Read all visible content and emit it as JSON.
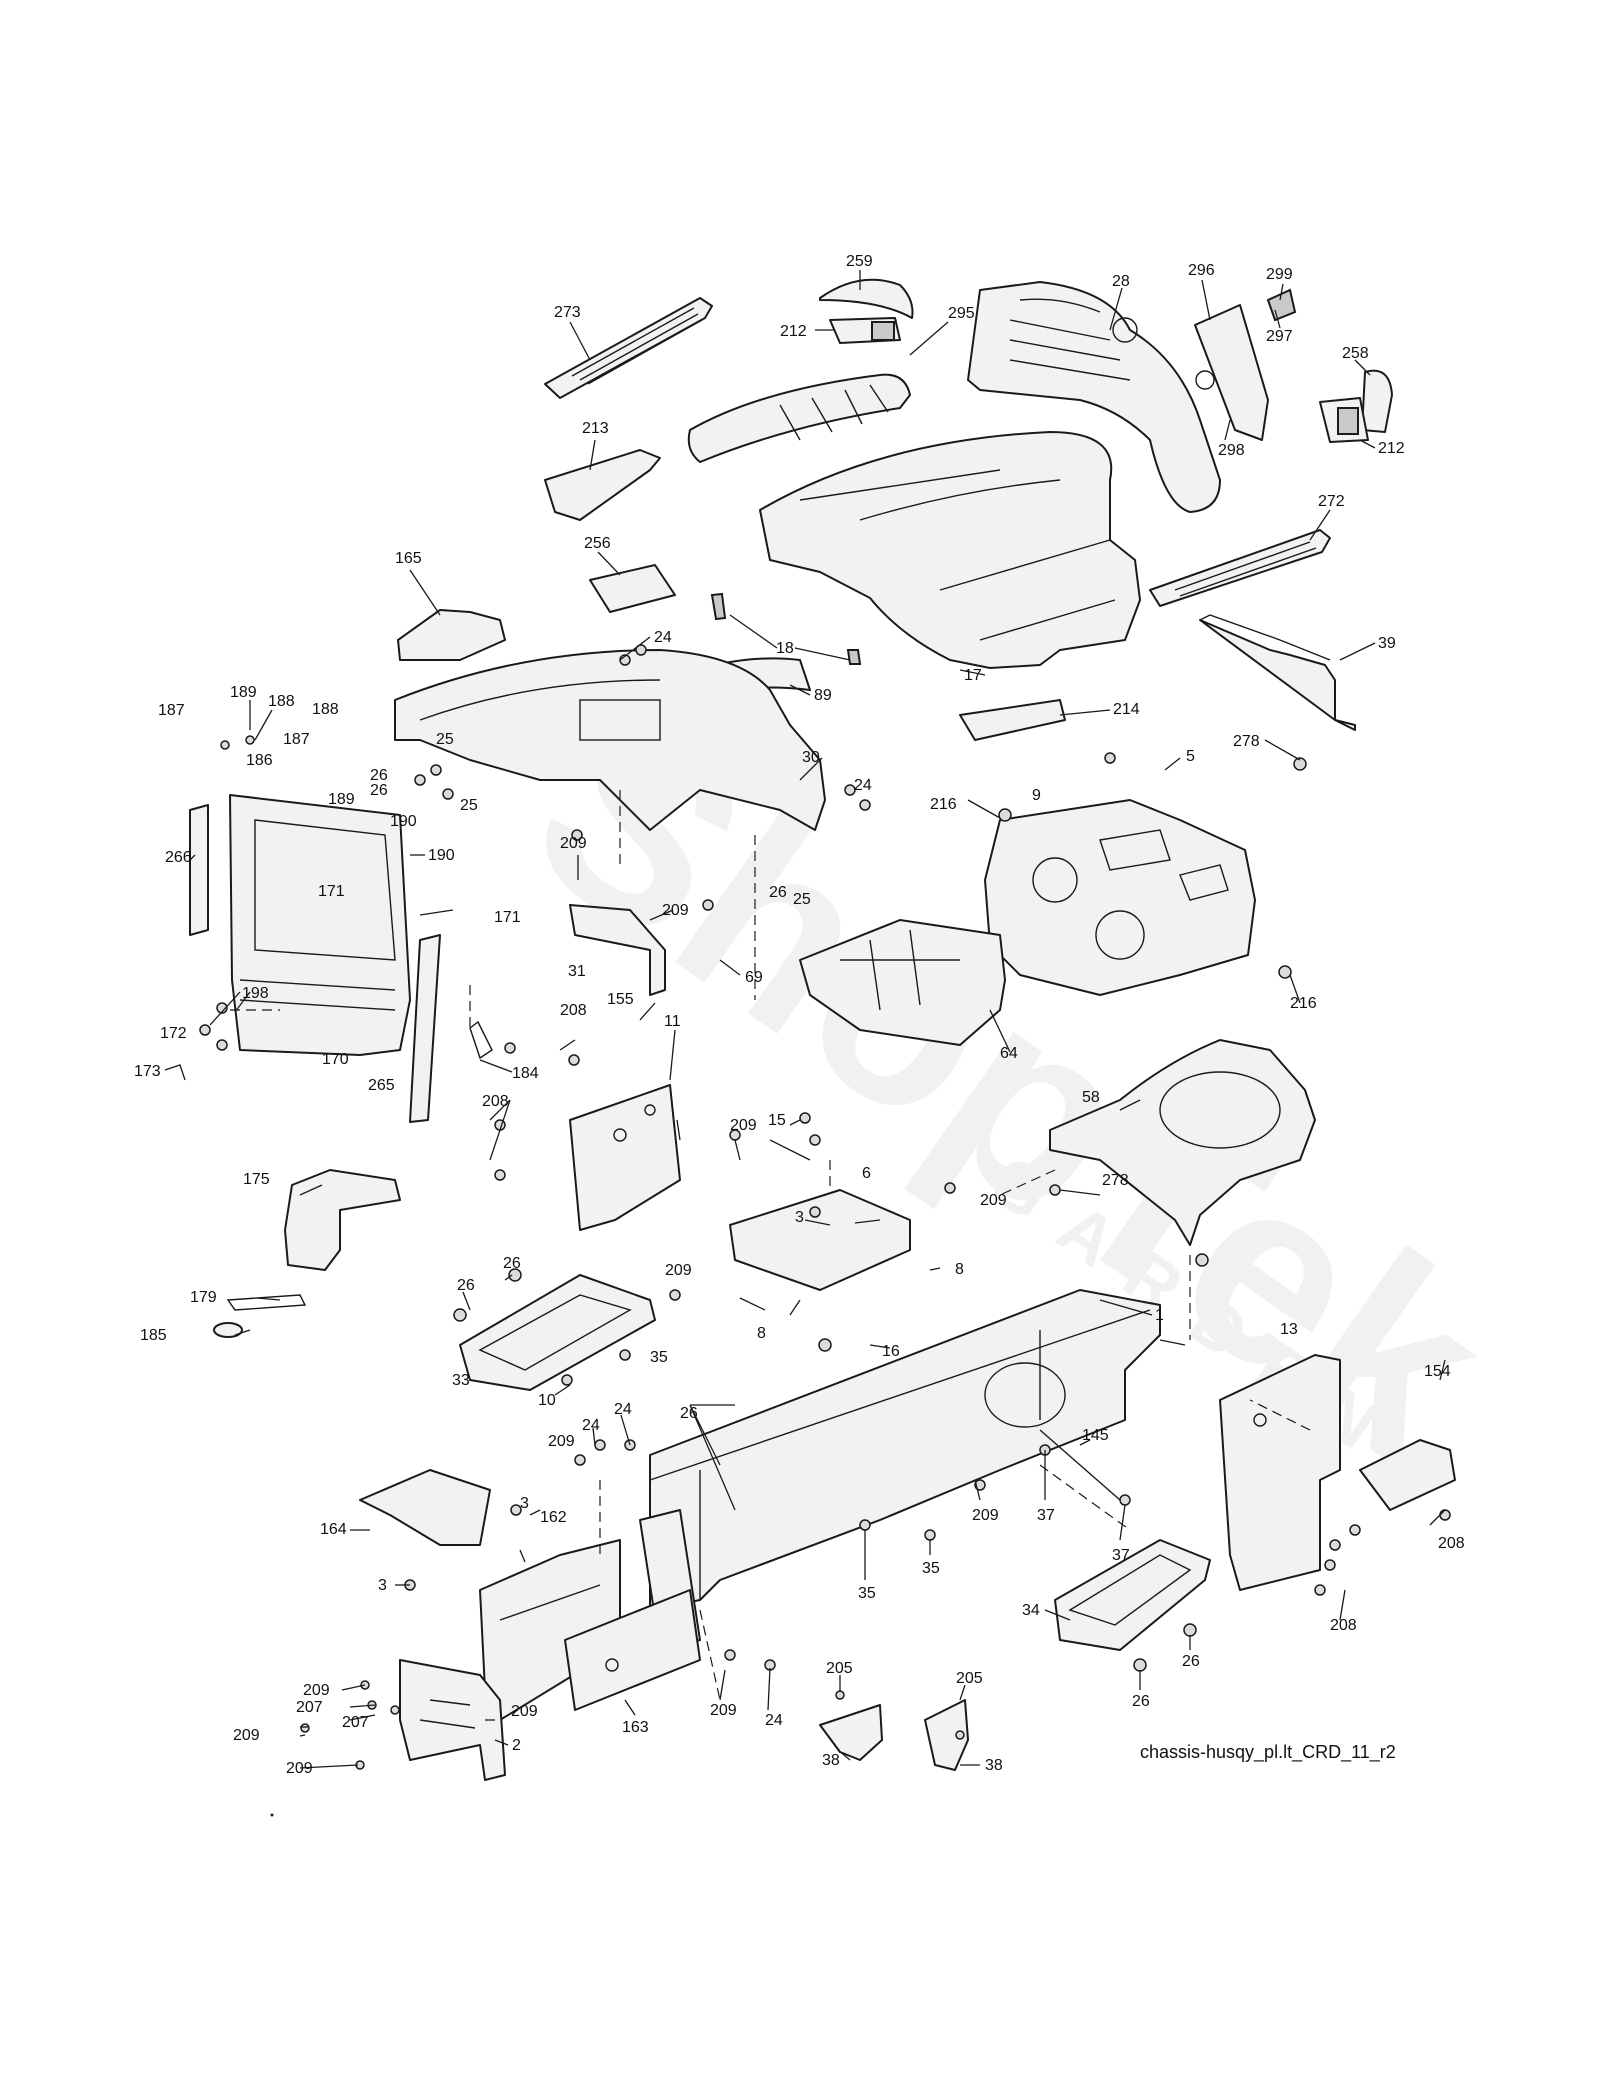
{
  "diagram": {
    "watermark": "ShopTek",
    "watermark_sub": "GARDEN",
    "caption": "chassis-husqy_pl.lt_CRD_11_r2"
  },
  "callouts": [
    {
      "id": "c259",
      "label": "259"
    },
    {
      "id": "c273",
      "label": "273"
    },
    {
      "id": "c212a",
      "label": "212"
    },
    {
      "id": "c295",
      "label": "295"
    },
    {
      "id": "c28",
      "label": "28"
    },
    {
      "id": "c296",
      "label": "296"
    },
    {
      "id": "c299",
      "label": "299"
    },
    {
      "id": "c297",
      "label": "297"
    },
    {
      "id": "c258",
      "label": "258"
    },
    {
      "id": "c298",
      "label": "298"
    },
    {
      "id": "c212b",
      "label": "212"
    },
    {
      "id": "c213",
      "label": "213"
    },
    {
      "id": "c272",
      "label": "272"
    },
    {
      "id": "c256",
      "label": "256"
    },
    {
      "id": "c165",
      "label": "165"
    },
    {
      "id": "c24a",
      "label": "24"
    },
    {
      "id": "c18",
      "label": "18"
    },
    {
      "id": "c39",
      "label": "39"
    },
    {
      "id": "c89",
      "label": "89"
    },
    {
      "id": "c17",
      "label": "17"
    },
    {
      "id": "c189a",
      "label": "189"
    },
    {
      "id": "c188a",
      "label": "188"
    },
    {
      "id": "c188b",
      "label": "188"
    },
    {
      "id": "c187a",
      "label": "187"
    },
    {
      "id": "c214",
      "label": "214"
    },
    {
      "id": "c187b",
      "label": "187"
    },
    {
      "id": "c186",
      "label": "186"
    },
    {
      "id": "c25a",
      "label": "25"
    },
    {
      "id": "c278a",
      "label": "278"
    },
    {
      "id": "c30",
      "label": "30"
    },
    {
      "id": "c26a",
      "label": "26"
    },
    {
      "id": "c26b",
      "label": "26"
    },
    {
      "id": "c25b",
      "label": "25"
    },
    {
      "id": "c5",
      "label": "5"
    },
    {
      "id": "c24b",
      "label": "24"
    },
    {
      "id": "c189b",
      "label": "189"
    },
    {
      "id": "c216a",
      "label": "216"
    },
    {
      "id": "c9",
      "label": "9"
    },
    {
      "id": "c190a",
      "label": "190"
    },
    {
      "id": "c266",
      "label": "266"
    },
    {
      "id": "c190b",
      "label": "190"
    },
    {
      "id": "c209a",
      "label": "209"
    },
    {
      "id": "c26c",
      "label": "26"
    },
    {
      "id": "c25c",
      "label": "25"
    },
    {
      "id": "c171a",
      "label": "171"
    },
    {
      "id": "c209b",
      "label": "209"
    },
    {
      "id": "c171b",
      "label": "171"
    },
    {
      "id": "c31",
      "label": "31"
    },
    {
      "id": "c69",
      "label": "69"
    },
    {
      "id": "c198",
      "label": "198"
    },
    {
      "id": "c172",
      "label": "172"
    },
    {
      "id": "c155",
      "label": "155"
    },
    {
      "id": "c208a",
      "label": "208"
    },
    {
      "id": "c216b",
      "label": "216"
    },
    {
      "id": "c11",
      "label": "11"
    },
    {
      "id": "c64",
      "label": "64"
    },
    {
      "id": "c173",
      "label": "173"
    },
    {
      "id": "c170",
      "label": "170"
    },
    {
      "id": "c184",
      "label": "184"
    },
    {
      "id": "c265",
      "label": "265"
    },
    {
      "id": "c58",
      "label": "58"
    },
    {
      "id": "c208b",
      "label": "208"
    },
    {
      "id": "c15",
      "label": "15"
    },
    {
      "id": "c209c",
      "label": "209"
    },
    {
      "id": "c6",
      "label": "6"
    },
    {
      "id": "c175",
      "label": "175"
    },
    {
      "id": "c209d",
      "label": "209"
    },
    {
      "id": "c278b",
      "label": "278"
    },
    {
      "id": "c3a",
      "label": "3"
    },
    {
      "id": "c26d",
      "label": "26"
    },
    {
      "id": "c209e",
      "label": "209"
    },
    {
      "id": "c8a",
      "label": "8"
    },
    {
      "id": "c26e",
      "label": "26"
    },
    {
      "id": "c179",
      "label": "179"
    },
    {
      "id": "c1",
      "label": "1"
    },
    {
      "id": "c185",
      "label": "185"
    },
    {
      "id": "c8b",
      "label": "8"
    },
    {
      "id": "c16",
      "label": "16"
    },
    {
      "id": "c35a",
      "label": "35"
    },
    {
      "id": "c33",
      "label": "33"
    },
    {
      "id": "c13",
      "label": "13"
    },
    {
      "id": "c10",
      "label": "10"
    },
    {
      "id": "c154",
      "label": "154"
    },
    {
      "id": "c24c",
      "label": "24"
    },
    {
      "id": "c26f",
      "label": "26"
    },
    {
      "id": "c24d",
      "label": "24"
    },
    {
      "id": "c209f",
      "label": "209"
    },
    {
      "id": "c145",
      "label": "145"
    },
    {
      "id": "c3b",
      "label": "3"
    },
    {
      "id": "c164",
      "label": "164"
    },
    {
      "id": "c162",
      "label": "162"
    },
    {
      "id": "c37a",
      "label": "37"
    },
    {
      "id": "c209g",
      "label": "209"
    },
    {
      "id": "c37b",
      "label": "37"
    },
    {
      "id": "c208c",
      "label": "208"
    },
    {
      "id": "c35b",
      "label": "35"
    },
    {
      "id": "c3c",
      "label": "3"
    },
    {
      "id": "c35c",
      "label": "35"
    },
    {
      "id": "c34",
      "label": "34"
    },
    {
      "id": "c208d",
      "label": "208"
    },
    {
      "id": "c26g",
      "label": "26"
    },
    {
      "id": "c209h",
      "label": "209"
    },
    {
      "id": "c205a",
      "label": "205"
    },
    {
      "id": "c205b",
      "label": "205"
    },
    {
      "id": "c207a",
      "label": "207"
    },
    {
      "id": "c209i",
      "label": "209"
    },
    {
      "id": "c26h",
      "label": "26"
    },
    {
      "id": "c207b",
      "label": "207"
    },
    {
      "id": "c163",
      "label": "163"
    },
    {
      "id": "c209j",
      "label": "209"
    },
    {
      "id": "c24e",
      "label": "24"
    },
    {
      "id": "c209k",
      "label": "209"
    },
    {
      "id": "c2",
      "label": "2"
    },
    {
      "id": "c38a",
      "label": "38"
    },
    {
      "id": "c38b",
      "label": "38"
    },
    {
      "id": "c209l",
      "label": "209"
    }
  ]
}
